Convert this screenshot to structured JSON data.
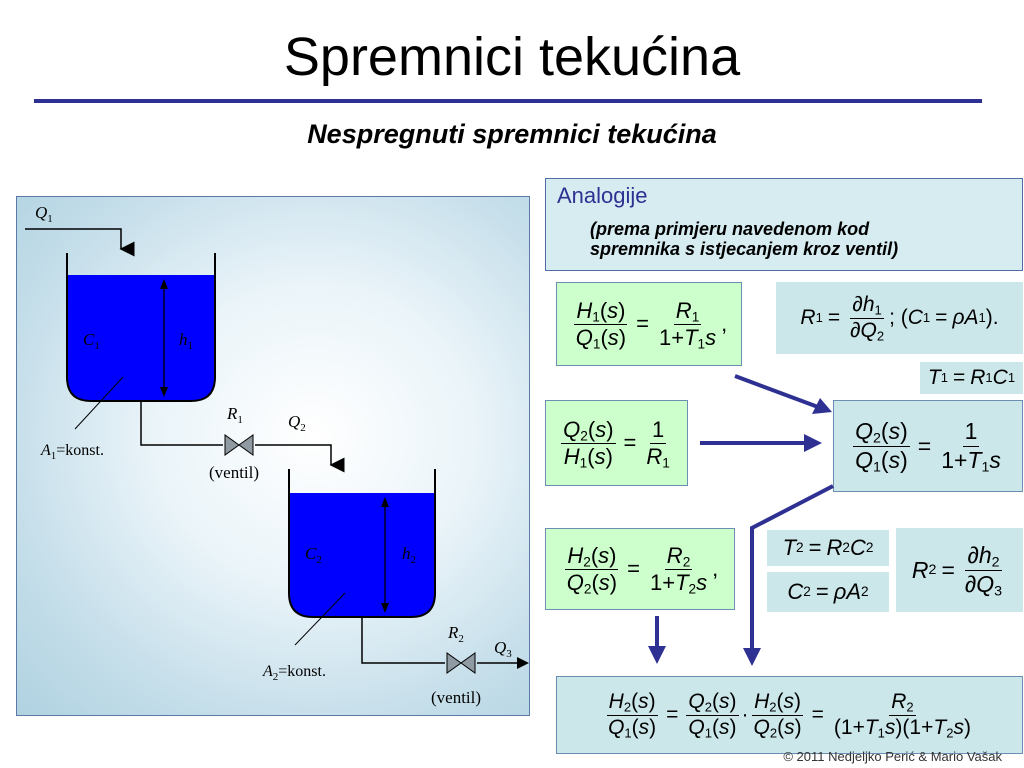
{
  "title": "Spremnici tekućina",
  "subtitle": "Nespregnuti spremnici tekućina",
  "diagram": {
    "q1": "Q",
    "q1_sub": "1",
    "c1": "C",
    "c1_sub": "1",
    "h1": "h",
    "h1_sub": "1",
    "a1": "A",
    "a1_sub": "1",
    "a1_text": "=konst.",
    "r1": "R",
    "r1_sub": "1",
    "q2": "Q",
    "q2_sub": "2",
    "ventil1": "(ventil)",
    "c2": "C",
    "c2_sub": "2",
    "h2": "h",
    "h2_sub": "2",
    "a2": "A",
    "a2_sub": "2",
    "a2_text": "=konst.",
    "r2": "R",
    "r2_sub": "2",
    "q3": "Q",
    "q3_sub": "3",
    "ventil2": "(ventil)",
    "liquid_color": "#0000ff"
  },
  "analogy": {
    "heading": "Analogije",
    "note_line1": "(prema primjeru navedenom kod",
    "note_line2": "spremnika s istjecanjem kroz ventil)"
  },
  "equations": {
    "s": "s",
    "one": "1",
    "plus": "+",
    "eq": "=",
    "comma": ",",
    "semicolon": ";",
    "period": ".",
    "dot": "·",
    "partial": "∂",
    "rho": "ρ",
    "H": "H",
    "Q": "Q",
    "R": "R",
    "T": "T",
    "C": "C",
    "A": "A",
    "h": "h",
    "n1": "1",
    "n2": "2",
    "n3": "3"
  },
  "footer": "© 2011 Nedjeljko Perić & Mario Vašak",
  "colors": {
    "accent": "#2e3192",
    "green_box": "#ccffcc",
    "cyan_box": "#cce7ea"
  }
}
